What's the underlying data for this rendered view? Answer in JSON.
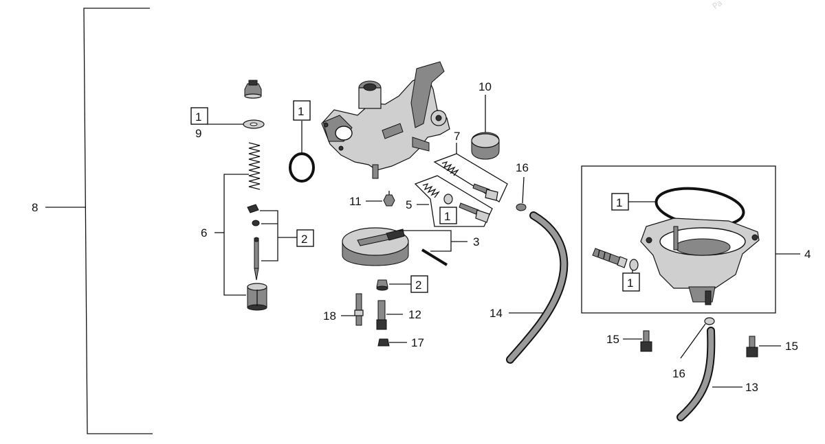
{
  "watermark": "Pa",
  "callouts": {
    "c1": "1",
    "c2": "2",
    "c3": "3",
    "c4": "4",
    "c5": "5",
    "c6": "6",
    "c7": "7",
    "c8": "8",
    "c9": "9",
    "c10": "10",
    "c11": "11",
    "c12": "12",
    "c13": "13",
    "c14": "14",
    "c15": "15",
    "c16": "16",
    "c17": "17",
    "c18": "18"
  }
}
